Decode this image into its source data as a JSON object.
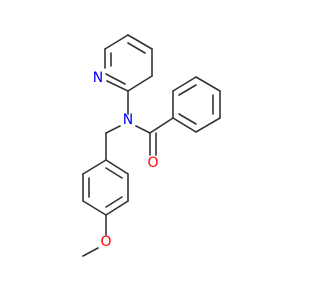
{
  "molecule": {
    "atom_labels": {
      "pyridine_n": "N",
      "amide_n": "N",
      "carbonyl_o": "O",
      "methoxy_o": "O"
    }
  },
  "colors": {
    "bond": "#333333",
    "nitrogen": "#0000ff",
    "oxygen": "#ff0000",
    "background": "#ffffff"
  }
}
